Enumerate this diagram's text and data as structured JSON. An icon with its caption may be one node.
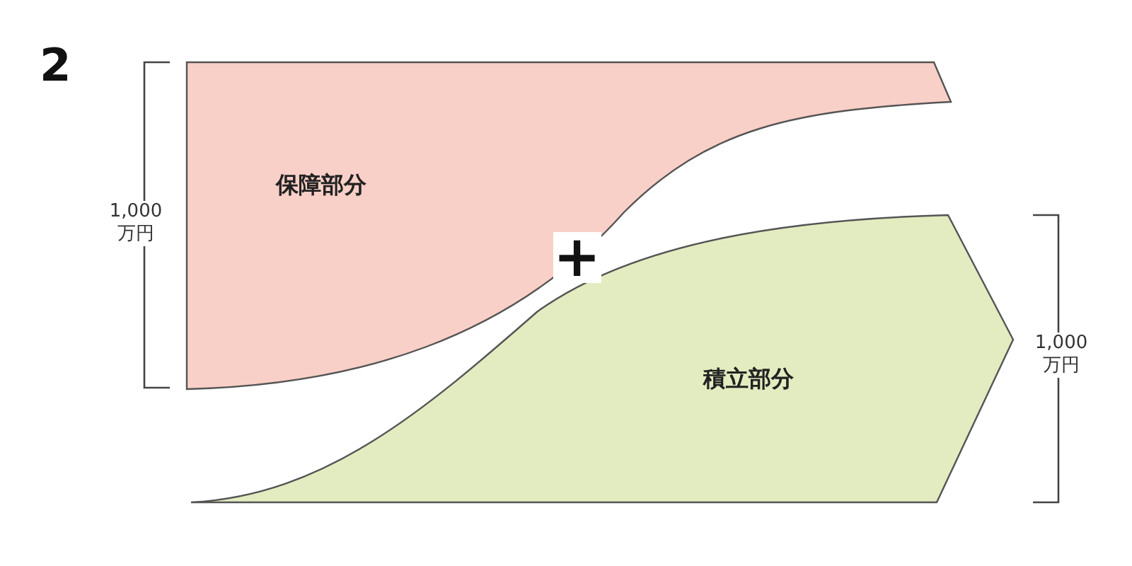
{
  "diagram": {
    "title": "2",
    "nodes": [
      {
        "text": [
          "保障部分"
        ]
      },
      {
        "text": [
          "積立部分"
        ]
      }
    ],
    "labels": [
      "1,000万円",
      "+",
      "1,000万円"
    ]
  }
}
